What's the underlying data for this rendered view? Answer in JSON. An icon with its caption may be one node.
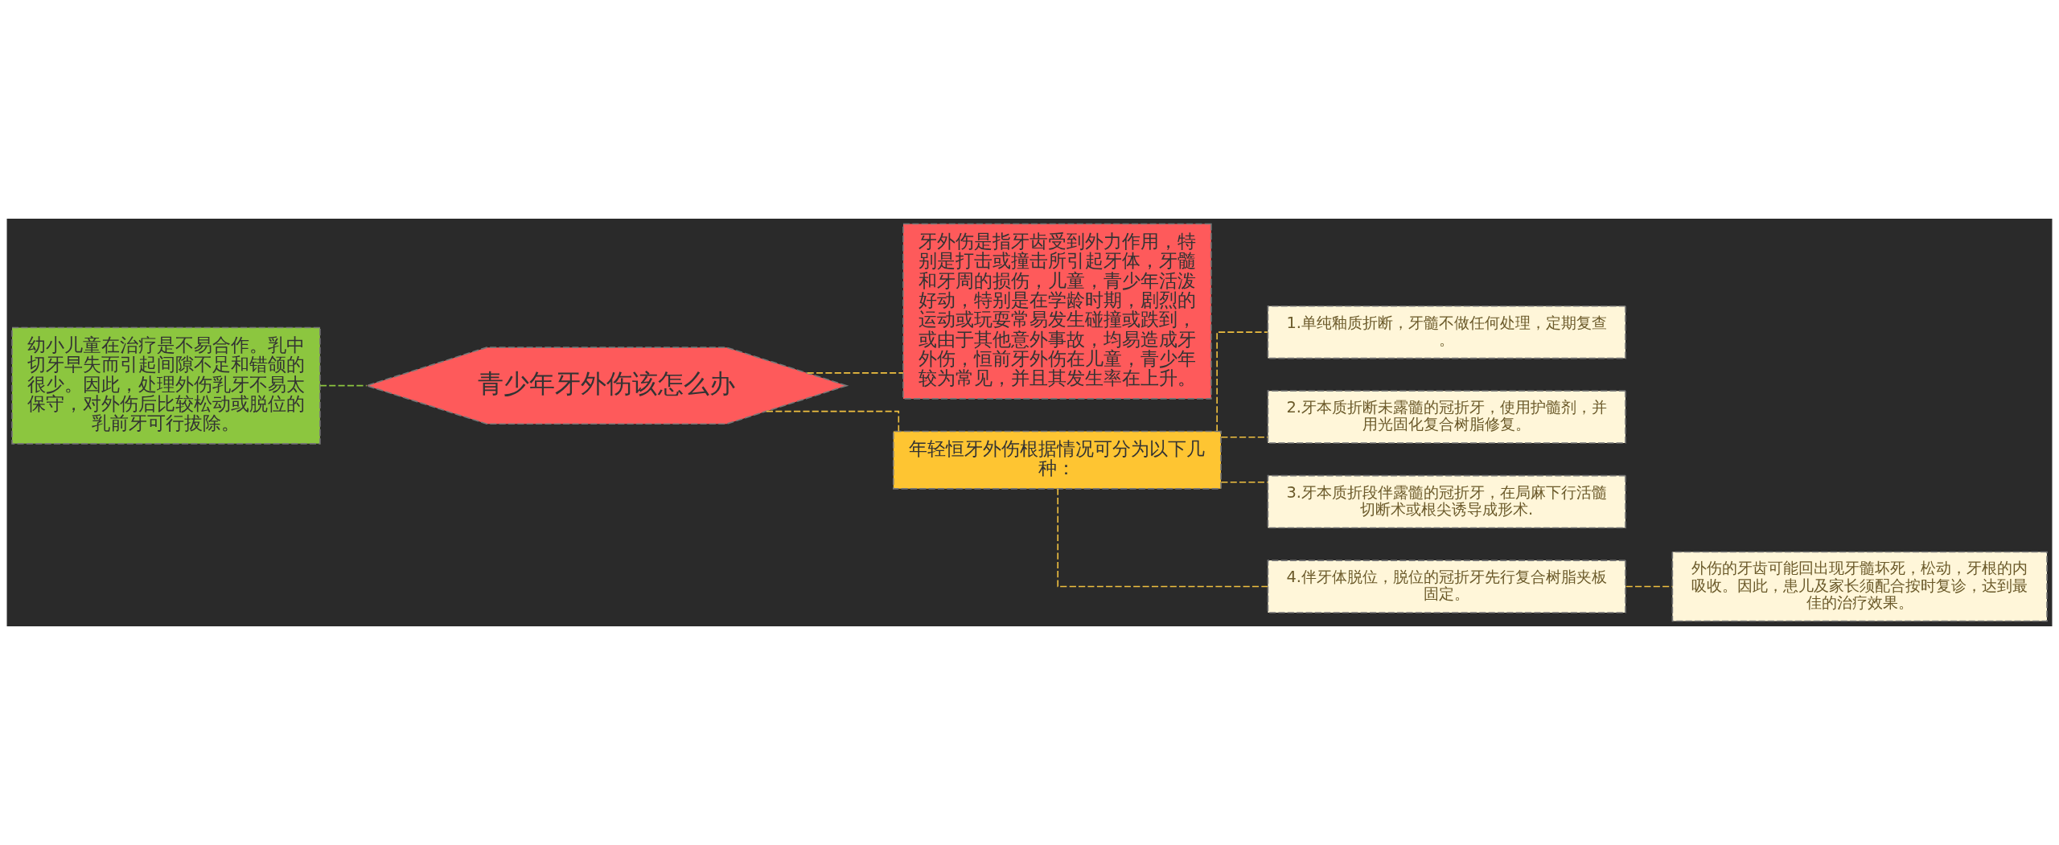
{
  "diagram": {
    "nodes": [
      {
        "text": [
          "青少年牙外伤该怎么办"
        ]
      },
      {
        "text": [
          "幼小儿童在治疗是不易合作。乳中切牙早失而引起间隙不足和错颌的很少。因此，处理外伤乳牙不易太保守，对外伤后比较松动或脱位的乳前牙可行拔除。"
        ]
      },
      {
        "text": [
          "牙外伤是指牙齿受到外力作用，特别是打击或撞击所引起牙体，牙髓和牙周的损伤，儿童，青少年活泼好动，特别是在学龄时期，剧烈的运动或玩耍常易发生碰撞或跌到，或由于其他意外事故，均易造成牙外伤，恒前牙外伤在儿童，青少年较为常见，并且其发生率在上升。"
        ]
      },
      {
        "text": [
          "年轻恒牙外伤根据情况可分为以下几种："
        ]
      },
      {
        "text": [
          "1.单纯釉质折断，牙髓不做任何处理，定期复查。"
        ]
      },
      {
        "text": [
          "2.牙本质折断未露髓的冠折牙，使用护髓剂，并用光固化复合树脂修复。"
        ]
      },
      {
        "text": [
          "3.牙本质折段伴露髓的冠折牙，在局麻下行活髓切断术或根尖诱导成形术."
        ]
      },
      {
        "text": [
          "4.伴牙体脱位，脱位的冠折牙先行复合树脂夹板固定。"
        ]
      },
      {
        "text": [
          "外伤的牙齿可能回出现牙髓坏死，松动，牙根的内吸收。因此，患儿及家长须配合按时复诊，达到最佳的治疗效果。"
        ]
      }
    ],
    "edges": [
      {
        "from": 0,
        "to": 1,
        "arrow": "none",
        "style": "dashed",
        "color": "#8cc63f"
      },
      {
        "from": 0,
        "to": 2,
        "arrow": "none",
        "style": "dashed"
      },
      {
        "from": 0,
        "to": 3,
        "arrow": "none",
        "style": "dashed"
      },
      {
        "from": 3,
        "to": 4,
        "arrow": "none",
        "style": "dashed"
      },
      {
        "from": 3,
        "to": 5,
        "arrow": "none",
        "style": "dashed"
      },
      {
        "from": 3,
        "to": 6,
        "arrow": "none",
        "style": "dashed"
      },
      {
        "from": 3,
        "to": 7,
        "arrow": "none",
        "style": "dashed"
      },
      {
        "from": 7,
        "to": 8,
        "arrow": "none",
        "style": "dashed"
      }
    ]
  }
}
